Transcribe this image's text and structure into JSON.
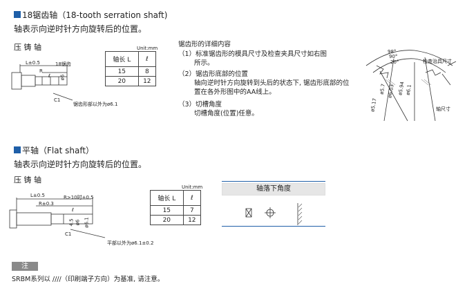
{
  "section1": {
    "title": "18锯齿轴（18-tooth serration shaft)",
    "desc": "轴表示向逆时针方向旋转后的位置。",
    "subhead": "压 铸 轴",
    "drawing": {
      "L_label": "L±0.5",
      "R_label": "R",
      "teeth_label": "18锯齿",
      "l_label": "ℓ",
      "d6_label": "ø6",
      "c1_label": "C1",
      "note": "锯齿形部以外为ø6.1"
    },
    "table": {
      "unit": "Unit:mm",
      "headers": [
        "轴长 L",
        "ℓ"
      ],
      "rows": [
        [
          "15",
          "8"
        ],
        [
          "20",
          "12"
        ]
      ]
    },
    "detail": {
      "title": "锯齿形的详细内容",
      "items": [
        "（1）标准锯齿形的模具尺寸及检查夹具尺寸如右图",
        "所示。",
        "（2）锯齿形底部的位置",
        "轴向逆时针方向旋转到头后的状态下, 锯齿形底部的位",
        "置在各外形图中的AA线上。",
        "（3）切槽角度",
        "切槽角度(位置)任意。"
      ]
    },
    "serration": {
      "a98": "98°",
      "a90": "90°",
      "a20": "20°",
      "fixture": "检查治具尺寸",
      "shaft": "轴尺寸",
      "d1": "ø5.17",
      "d2": "ø5.7",
      "d3": "ø6.03",
      "d4": "ø5.94",
      "d5": "ø6.1"
    }
  },
  "section2": {
    "title": "平轴（Flat shaft）",
    "desc": "轴表示向逆时针方向旋转后的位置。",
    "subhead": "压 铸 轴",
    "drawing": {
      "L_label": "L±0.5",
      "R_label": "R>10时±0.5",
      "R3_label": "R±0.3",
      "ell_label": "ℓ",
      "d1": "4.5",
      "d2": "ø6",
      "d3": "ø6.1",
      "c1_label": "C1",
      "note": "平部以外为ø6.1±0.2"
    },
    "table": {
      "unit": "Unit:mm",
      "headers": [
        "轴长 L",
        "ℓ"
      ],
      "rows": [
        [
          "15",
          "7"
        ],
        [
          "20",
          "12"
        ]
      ]
    },
    "angle": {
      "title": "轴落下角度"
    }
  },
  "note": {
    "tag": "注",
    "text": "SRBM系列以 ////（印刷端子方向）为基准, 请注意。"
  },
  "colors": {
    "accent": "#1f5fa8",
    "tag_bg": "#8a8a8a"
  }
}
